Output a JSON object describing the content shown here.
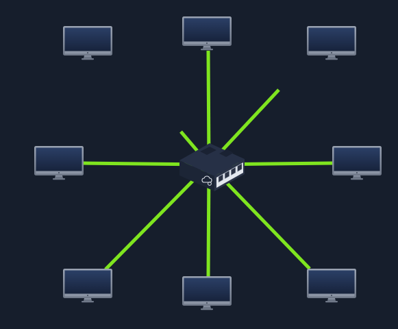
{
  "diagram": {
    "type": "star-network-topology",
    "hub": {
      "icon": "network-switch-icon",
      "ports": 4,
      "badge_icon": "cloud-gear-icon"
    },
    "nodes": [
      {
        "id": "monitor-top-left",
        "icon": "monitor-icon",
        "linked": false
      },
      {
        "id": "monitor-top-center",
        "icon": "monitor-icon",
        "linked": true
      },
      {
        "id": "monitor-top-right",
        "icon": "monitor-icon",
        "linked": false
      },
      {
        "id": "monitor-middle-left",
        "icon": "monitor-icon",
        "linked": true
      },
      {
        "id": "monitor-middle-right",
        "icon": "monitor-icon",
        "linked": true
      },
      {
        "id": "monitor-bottom-left",
        "icon": "monitor-icon",
        "linked": true
      },
      {
        "id": "monitor-bottom-center",
        "icon": "monitor-icon",
        "linked": true
      },
      {
        "id": "monitor-bottom-right",
        "icon": "monitor-icon",
        "linked": true
      }
    ],
    "dangling_links": 2
  },
  "colors": {
    "background": "#161e2c",
    "link": "#7fe51f",
    "monitor_bezel": "#7f8898",
    "monitor_screen": "#1f2e4c",
    "switch_body": "#1c2536",
    "switch_face": "#e4e8ef"
  }
}
